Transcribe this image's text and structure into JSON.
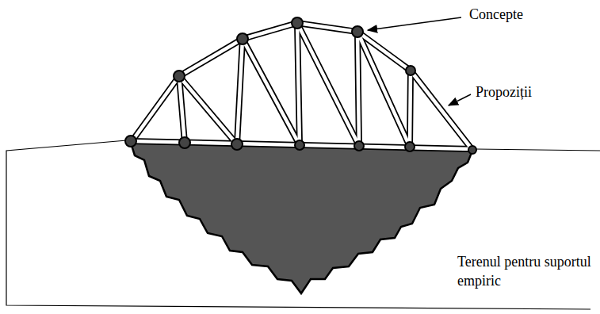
{
  "diagram": {
    "labels": [
      "Concepte",
      "Propoziții",
      "Terenul pentru suportul empiric"
    ]
  }
}
